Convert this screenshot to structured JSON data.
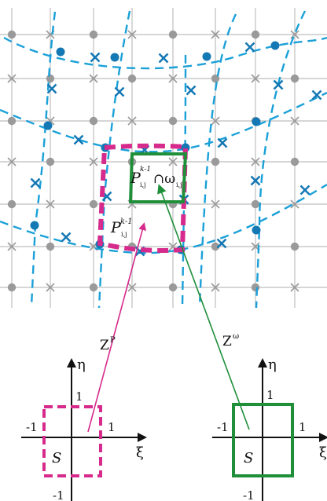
{
  "colors": {
    "grid_line": "#c8c8c8",
    "grid_node": "#9a9a9a",
    "curvilinear": "#1aa0d8",
    "curvilinear_marker": "#1478b4",
    "patch_outline": "#d62a8c",
    "overlap_outline": "#1f8f3a",
    "axis": "#111111"
  },
  "labels": {
    "patch_prev_main": "P",
    "patch_prev_sup": "k-1",
    "patch_prev_sub": "i,j",
    "overlap_main": "P",
    "overlap_sup": "k-1",
    "overlap_sub": "i,j",
    "overlap_cap": "∩ω",
    "overlap_cap_sub": "i,j",
    "map_p": "Z",
    "map_p_sup": "P",
    "map_omega": "Z",
    "map_omega_sup": "ω"
  },
  "reference_left": {
    "eta": "η",
    "xi": "ξ",
    "one_up": "1",
    "minus_one_left": "-1",
    "one_right": "1",
    "minus_one_down": "-1",
    "square": "S"
  },
  "reference_right": {
    "eta": "η",
    "xi": "ξ",
    "one_up": "1",
    "minus_one_left": "-1",
    "one_right": "1",
    "minus_one_down": "-1",
    "square": "S"
  }
}
